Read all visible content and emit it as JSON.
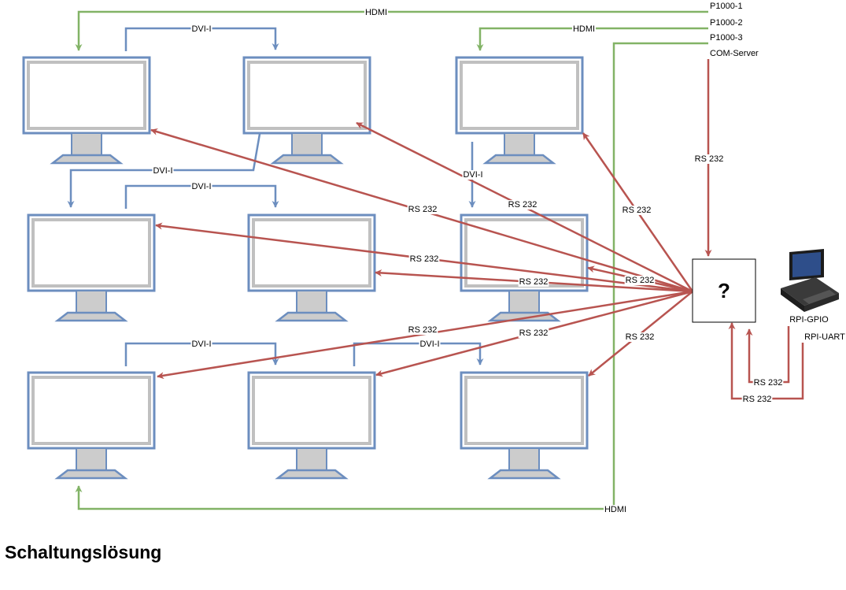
{
  "title": "Schaltungslösung",
  "colors": {
    "hdmi": "#82b366",
    "dvi": "#6c8ebf",
    "rs232": "#b85450",
    "monitor_frame": "#6c8ebf",
    "monitor_screen_border": "#c0c0c0"
  },
  "icons": {
    "monitor": "monitor-icon",
    "computer": "computer-icon"
  },
  "sources": [
    {
      "id": "p1000_1",
      "label": "P1000-1"
    },
    {
      "id": "p1000_2",
      "label": "P1000-2"
    },
    {
      "id": "p1000_3",
      "label": "P1000-3"
    },
    {
      "id": "com_server",
      "label": "COM-Server"
    }
  ],
  "unknown_box": {
    "label": "?"
  },
  "rpi": {
    "gpio_label": "RPI-GPIO",
    "uart_label": "RPI-UART"
  },
  "connections": {
    "hdmi": "HDMI",
    "dvi": "DVI-I",
    "rs232": "RS 232"
  },
  "monitors": [
    {
      "row": 1,
      "col": 1
    },
    {
      "row": 1,
      "col": 2
    },
    {
      "row": 1,
      "col": 3
    },
    {
      "row": 2,
      "col": 1
    },
    {
      "row": 2,
      "col": 2
    },
    {
      "row": 2,
      "col": 3
    },
    {
      "row": 3,
      "col": 1
    },
    {
      "row": 3,
      "col": 2
    },
    {
      "row": 3,
      "col": 3
    }
  ]
}
